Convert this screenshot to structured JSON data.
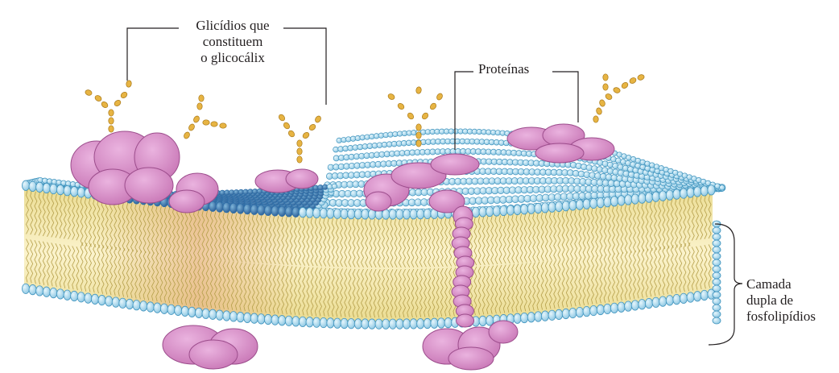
{
  "labels": {
    "glicidios": [
      "Glicídios que",
      "constituem",
      "o glicocálix"
    ],
    "proteinas": "Proteínas",
    "camada": [
      "Camada",
      "dupla de",
      "fosfolipídios"
    ]
  },
  "colors": {
    "head": "#9fd3ea",
    "head_stroke": "#3f93bd",
    "head_dark": "#2f6fa8",
    "tail": "#f1e4a3",
    "tail_line": "#b59f4a",
    "protein": "#d88dc9",
    "protein_stroke": "#9c4d8c",
    "sugar": "#e7b443",
    "sugar_stroke": "#a87818",
    "leader": "#231f20"
  },
  "icons": [
    "glycocalyx-sugar-chain-icon",
    "membrane-protein-icon",
    "phospholipid-head-icon"
  ]
}
